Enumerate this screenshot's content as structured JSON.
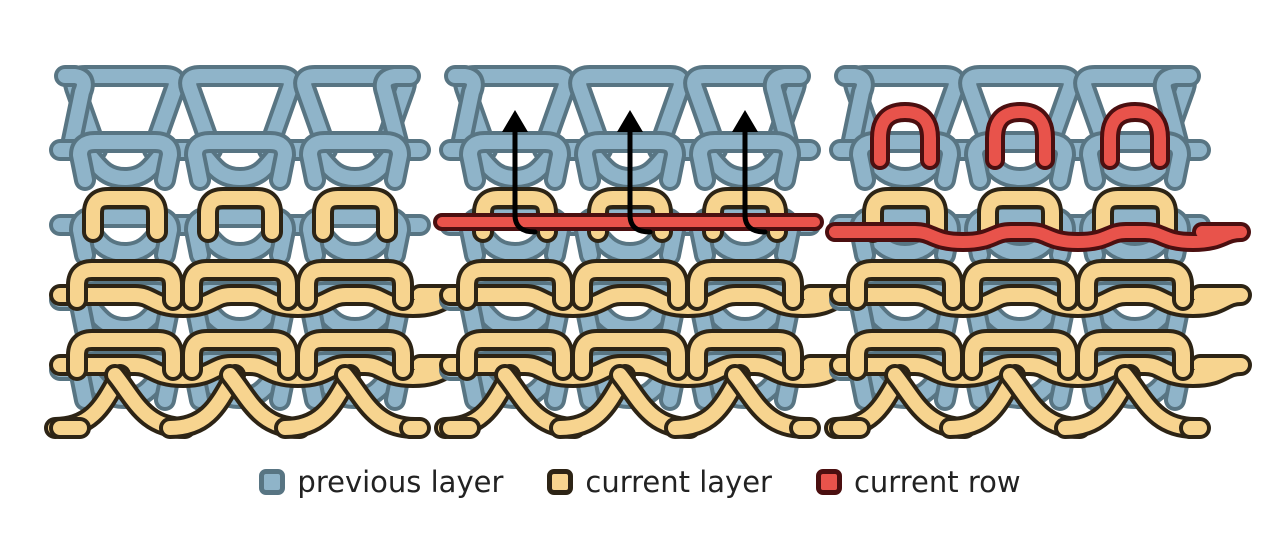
{
  "colors": {
    "previous": {
      "fill": "#8fb4c9",
      "outline": "#587583"
    },
    "current": {
      "fill": "#f7d48f",
      "outline": "#2d2415"
    },
    "row": {
      "fill": "#e8534b",
      "outline": "#4b0f10"
    },
    "arrow": "#000000"
  },
  "panels": [
    {
      "name": "panel-initial",
      "current_loops": true,
      "red_line": false,
      "arrows": false,
      "red_loops": false
    },
    {
      "name": "panel-pull-up",
      "current_loops": true,
      "red_line": true,
      "arrows": true,
      "red_loops": false
    },
    {
      "name": "panel-new-row",
      "current_loops": true,
      "red_line": false,
      "arrows": false,
      "red_loops": true
    }
  ],
  "legend": [
    {
      "key": "previous",
      "label": "previous layer"
    },
    {
      "key": "current",
      "label": "current layer"
    },
    {
      "key": "row",
      "label": "current row"
    }
  ]
}
